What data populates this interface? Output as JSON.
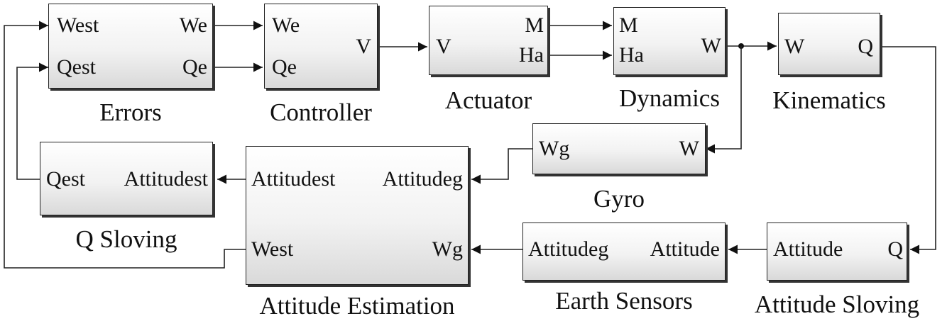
{
  "blocks": {
    "errors": {
      "caption": "Errors",
      "ports": {
        "in_west": "West",
        "in_qest": "Qest",
        "out_we": "We",
        "out_qe": "Qe"
      }
    },
    "controller": {
      "caption": "Controller",
      "ports": {
        "in_we": "We",
        "in_qe": "Qe",
        "out_v": "V"
      }
    },
    "actuator": {
      "caption": "Actuator",
      "ports": {
        "in_v": "V",
        "out_m": "M",
        "out_ha": "Ha"
      }
    },
    "dynamics": {
      "caption": "Dynamics",
      "ports": {
        "in_m": "M",
        "in_ha": "Ha",
        "out_w": "W"
      }
    },
    "kinematics": {
      "caption": "Kinematics",
      "ports": {
        "in_w": "W",
        "out_q": "Q"
      }
    },
    "gyro": {
      "caption": "Gyro",
      "ports": {
        "out_wg": "Wg",
        "in_w": "W"
      }
    },
    "qsloving": {
      "caption": "Q Sloving",
      "ports": {
        "out_qest": "Qest",
        "in_attitudest": "Attitudest"
      }
    },
    "estimation": {
      "caption": "Attitude Estimation",
      "ports": {
        "out_attitudest": "Attitudest",
        "in_attitudeg": "Attitudeg",
        "out_west": "West",
        "in_wg": "Wg"
      }
    },
    "earth": {
      "caption": "Earth Sensors",
      "ports": {
        "out_attitudeg": "Attitudeg",
        "in_attitude": "Attitude"
      }
    },
    "sloving": {
      "caption": "Attitude Sloving",
      "ports": {
        "out_attitude": "Attitude",
        "in_q": "Q"
      }
    }
  }
}
